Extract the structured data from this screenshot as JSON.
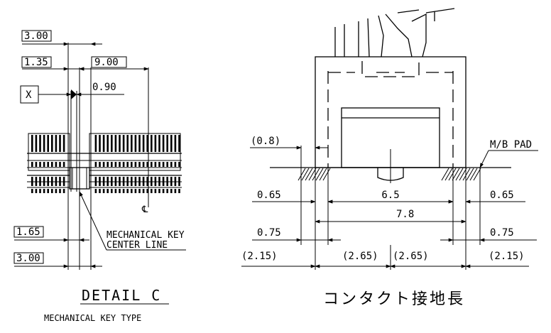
{
  "left_view": {
    "dim_3_00_top": "3.00",
    "dim_1_35": "1.35",
    "dim_9_00": "9.00",
    "dim_0_90": "0.90",
    "datum_x": "X",
    "centerline_symbol": "℄",
    "dim_1_65": "1.65",
    "dim_3_00_bottom": "3.00",
    "key_label_line1": "MECHANICAL KEY",
    "key_label_line2": "CENTER LINE",
    "title": "DETAIL C",
    "subtitle": "MECHANICAL KEY TYPE"
  },
  "right_view": {
    "dim_0_8": "(0.8)",
    "mb_pad": "M/B PAD",
    "dim_0_65_left": "0.65",
    "dim_6_5": "6.5",
    "dim_0_65_right": "0.65",
    "dim_7_8": "7.8",
    "dim_0_75_left": "0.75",
    "dim_0_75_right": "0.75",
    "dim_2_15_left": "(2.15)",
    "dim_2_65_left": "(2.65)",
    "dim_2_65_right": "(2.65)",
    "dim_2_15_right": "(2.15)",
    "title": "コンタクト接地長"
  }
}
